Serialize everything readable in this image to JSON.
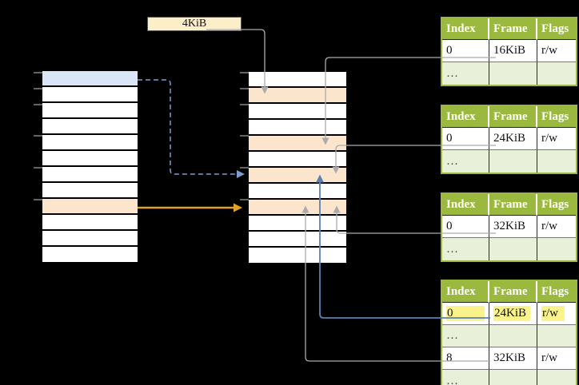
{
  "size_box": {
    "label": "4KiB"
  },
  "memory_columns": {
    "left": {
      "rows": 12,
      "blue_rows": [
        1
      ],
      "orange_rows": [
        9
      ]
    },
    "middle": {
      "rows": 12,
      "blue_rows": [],
      "orange_rows": [
        2,
        5,
        7,
        9
      ]
    }
  },
  "page_tables": [
    {
      "name": "page-table-16kib",
      "headers": [
        "Index",
        "Frame",
        "Flags"
      ],
      "rows": [
        {
          "cells": [
            "0",
            "16KiB",
            "r/w"
          ],
          "muted": false,
          "highlight": false
        },
        {
          "cells": [
            "…",
            "",
            ""
          ],
          "muted": true,
          "highlight": false
        }
      ]
    },
    {
      "name": "page-table-24kib",
      "headers": [
        "Index",
        "Frame",
        "Flags"
      ],
      "rows": [
        {
          "cells": [
            "0",
            "24KiB",
            "r/w"
          ],
          "muted": false,
          "highlight": false
        },
        {
          "cells": [
            "…",
            "",
            ""
          ],
          "muted": true,
          "highlight": false
        }
      ]
    },
    {
      "name": "page-table-32kib",
      "headers": [
        "Index",
        "Frame",
        "Flags"
      ],
      "rows": [
        {
          "cells": [
            "0",
            "32KiB",
            "r/w"
          ],
          "muted": false,
          "highlight": false
        },
        {
          "cells": [
            "…",
            "",
            ""
          ],
          "muted": true,
          "highlight": false
        }
      ]
    },
    {
      "name": "page-table-level2",
      "headers": [
        "Index",
        "Frame",
        "Flags"
      ],
      "rows": [
        {
          "cells": [
            "0",
            "24KiB",
            "r/w"
          ],
          "muted": false,
          "highlight": true
        },
        {
          "cells": [
            "…",
            "",
            ""
          ],
          "muted": true,
          "highlight": false
        },
        {
          "cells": [
            "8",
            "32KiB",
            "r/w"
          ],
          "muted": false,
          "highlight": false
        },
        {
          "cells": [
            "…",
            "",
            ""
          ],
          "muted": true,
          "highlight": false
        }
      ]
    }
  ],
  "colors": {
    "table_header_green": "#9BB83F",
    "table_alt_row_green": "#E9F0DA",
    "cell_orange": "#FCE5CD",
    "cell_blue": "#DAE6F5",
    "box_cream": "#FCEEC8",
    "highlight_yellow": "#FAF38B",
    "arrow_gray": "#ABABAB",
    "arrow_blue_solid": "#5C81B5",
    "arrow_blue_dashed": "#7E9CD0",
    "arrow_orange": "#DFA128"
  }
}
